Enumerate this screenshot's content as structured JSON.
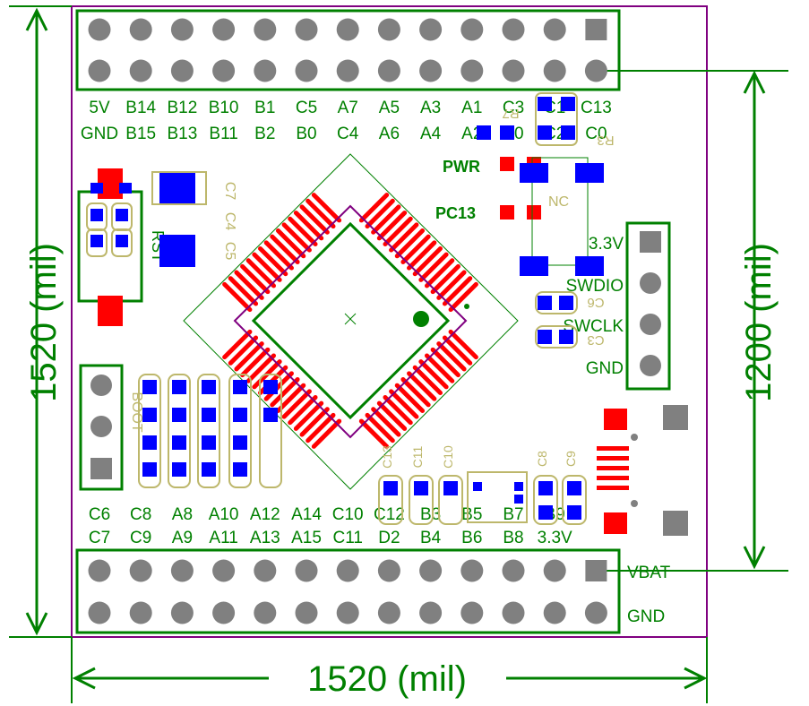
{
  "dimensions": {
    "width_label": "1520 (mil)",
    "height_label": "1520 (mil)",
    "header_spacing_label": "1200 (mil)"
  },
  "colors": {
    "board_outline": "#800080",
    "silk_green": "#008000",
    "pin_gray": "#808080",
    "pad_blue": "#0000ff",
    "pad_red": "#ff0000",
    "ref_khaki": "#bdb76b"
  },
  "top_header": {
    "row1_labels": [
      "5V",
      "B14",
      "B12",
      "B10",
      "B1",
      "C5",
      "A7",
      "A5",
      "A3",
      "A1",
      "C3",
      "C1",
      "C13"
    ],
    "row2_labels": [
      "GND",
      "B15",
      "B13",
      "B11",
      "B2",
      "B0",
      "C4",
      "A6",
      "A4",
      "A2",
      "A0",
      "C2",
      "C0"
    ]
  },
  "bottom_header": {
    "row1_labels": [
      "C6",
      "C8",
      "A8",
      "A10",
      "A12",
      "A14",
      "C10",
      "C12",
      "B3",
      "B5",
      "B7",
      "B9"
    ],
    "row2_labels": [
      "C7",
      "C9",
      "A9",
      "A11",
      "A13",
      "A15",
      "C11",
      "D2",
      "B4",
      "B6",
      "B8",
      "3.3V"
    ],
    "side_labels": [
      "VBAT",
      "GND"
    ]
  },
  "swd_header": {
    "labels": [
      "3.3V",
      "SWDIO",
      "SWCLK",
      "GND"
    ]
  },
  "leds": {
    "pwr": "PWR",
    "pc13": "PC13",
    "nc": "NC"
  },
  "silk_refs": {
    "rst": "RST",
    "boot": "BOOT",
    "caps_left": [
      "C7",
      "C4",
      "C5"
    ],
    "r_top": [
      "R7",
      "R3"
    ],
    "c_swd": [
      "C6",
      "C3"
    ],
    "bottom_caps": [
      "C13",
      "C11",
      "C10"
    ],
    "crystal_caps": [
      "C8",
      "C9"
    ]
  }
}
